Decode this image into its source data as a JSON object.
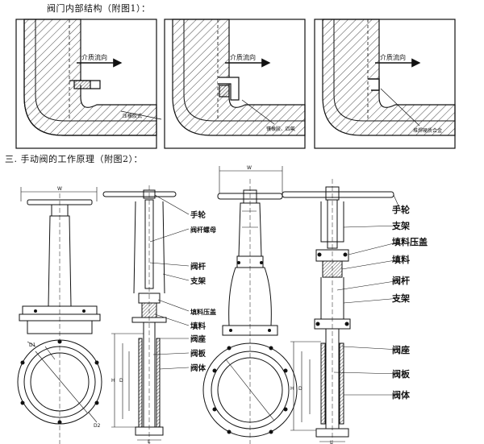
{
  "headings": {
    "section_internal": "阀门内部结构（附图1）：",
    "section_principle": "三. 手动阀的工作原理（附图2）："
  },
  "figure1": {
    "panels": [
      {
        "flow_label": "介质流向",
        "seal_label": "压橡胶式"
      },
      {
        "flow_label": "介质流向",
        "seal_label": "镶橡胶、四氟"
      },
      {
        "flow_label": "介质流向",
        "seal_label": "堆焊硬质合金"
      }
    ]
  },
  "figure2": {
    "left_parts": [
      "手轮",
      "阀杆螺母",
      "阀杆",
      "支架",
      "填料压盖",
      "填料",
      "阀座",
      "阀板",
      "阀体"
    ],
    "right_parts": [
      "手轮",
      "支架",
      "填料压盖",
      "填料",
      "阀杆",
      "支架",
      "阀座",
      "阀板",
      "阀体"
    ],
    "dim_labels": {
      "top_width": "W",
      "height_h": "H",
      "d_small": "D1",
      "d_mid": "D2",
      "d_big": "D",
      "length": "L",
      "width_b": "B"
    }
  }
}
